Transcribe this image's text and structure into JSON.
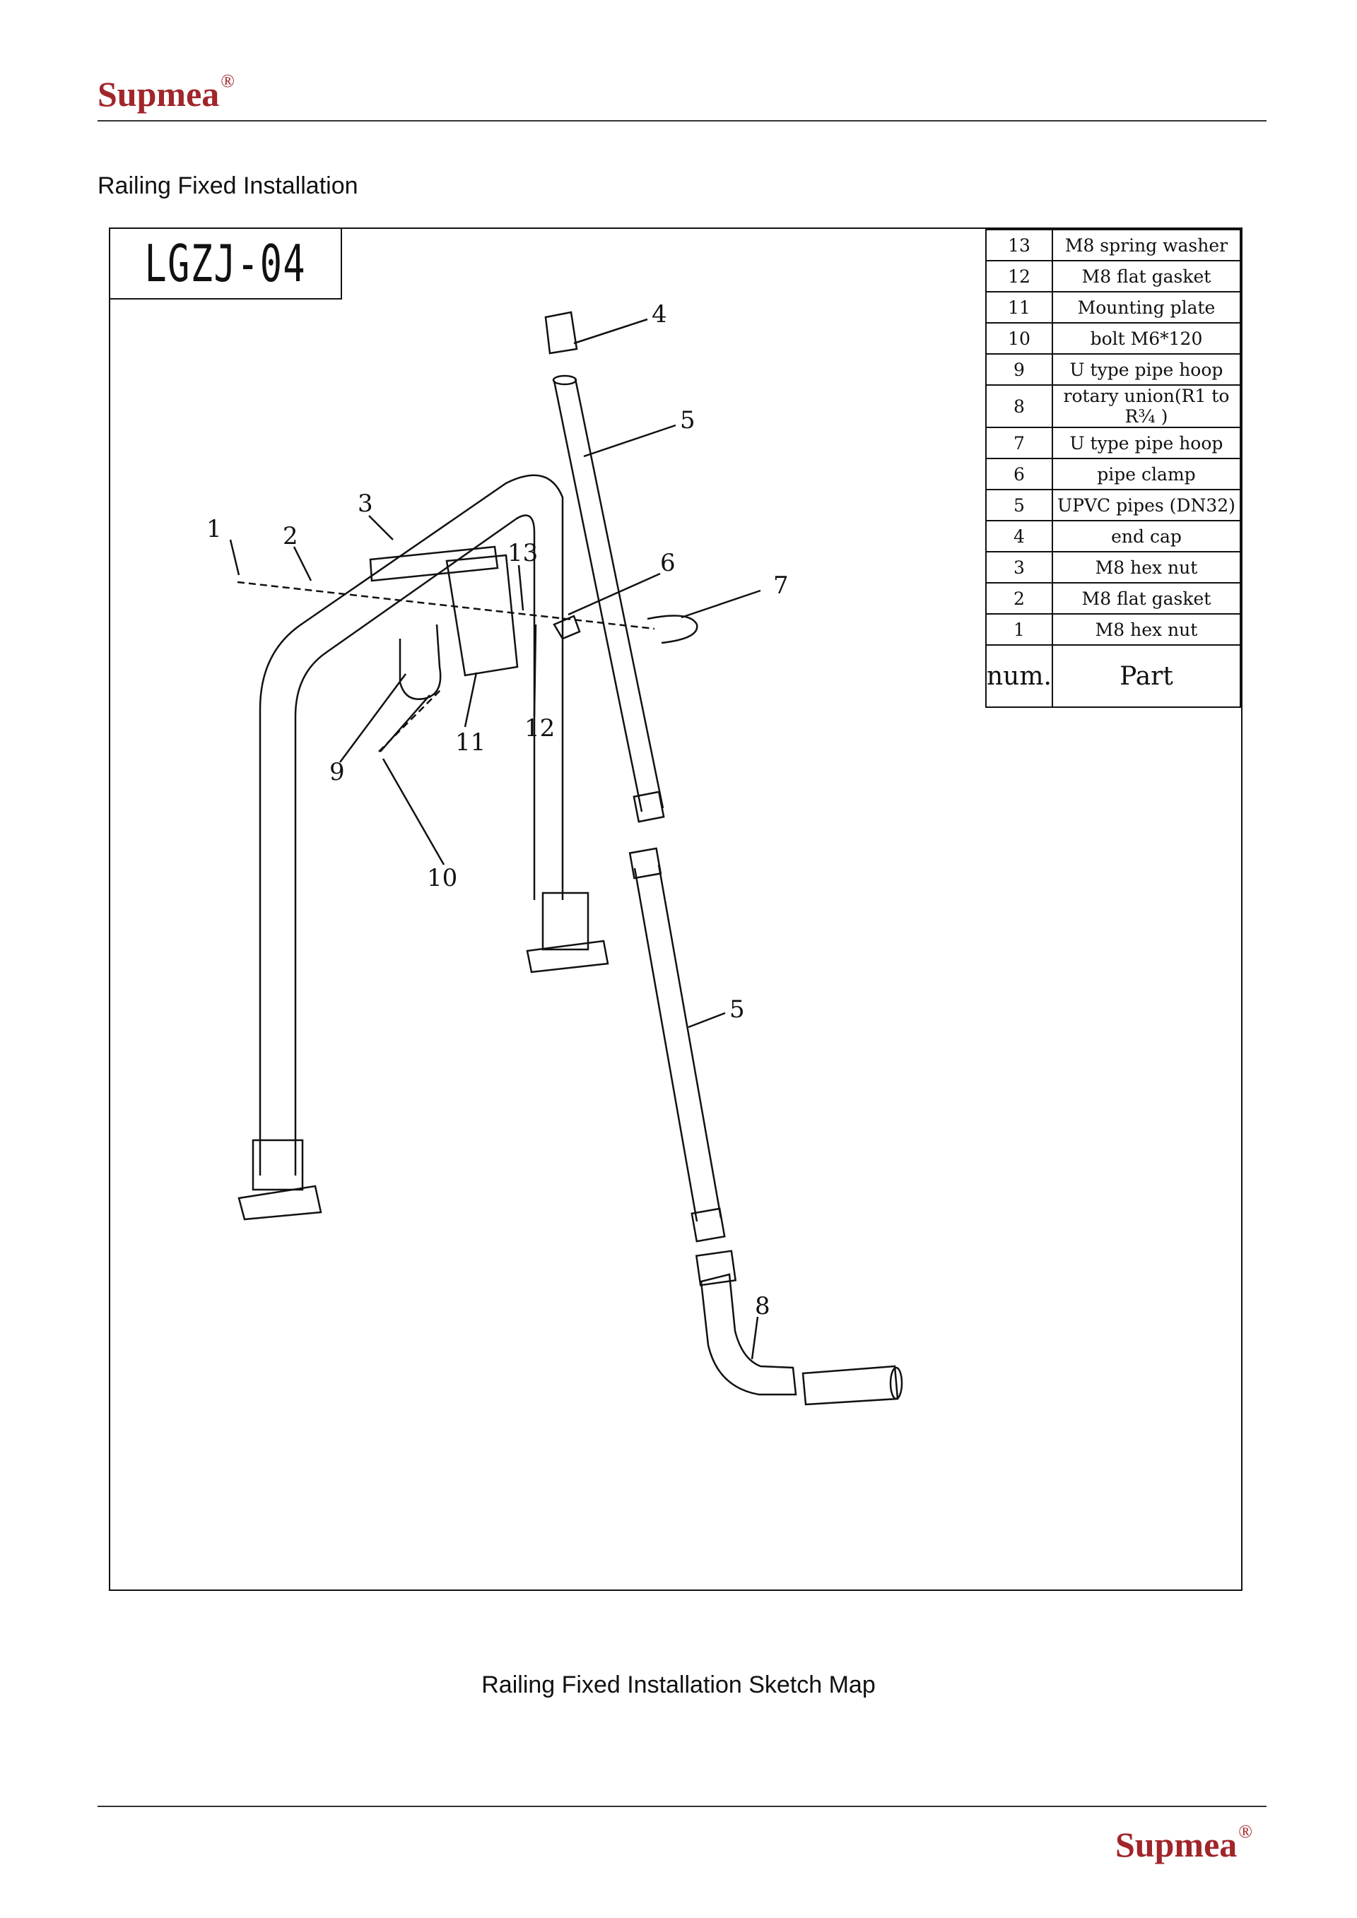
{
  "header": {
    "brand": "Supmea",
    "registered": "®"
  },
  "section_heading": "Railing Fixed Installation",
  "drawing": {
    "code": "LGZJ-04",
    "parts_header": {
      "num": "num.",
      "part": "Part"
    },
    "parts": [
      {
        "num": "13",
        "name": "M8 spring washer"
      },
      {
        "num": "12",
        "name": "M8 flat gasket"
      },
      {
        "num": "11",
        "name": "Mounting plate"
      },
      {
        "num": "10",
        "name": "bolt  M6*120"
      },
      {
        "num": "9",
        "name": "U type pipe hoop"
      },
      {
        "num": "8",
        "name": "rotary union(R1 to R¾ )"
      },
      {
        "num": "7",
        "name": "U type pipe hoop"
      },
      {
        "num": "6",
        "name": "pipe clamp"
      },
      {
        "num": "5",
        "name": "UPVC pipes (DN32)"
      },
      {
        "num": "4",
        "name": "end cap"
      },
      {
        "num": "3",
        "name": "M8 hex nut"
      },
      {
        "num": "2",
        "name": "M8 flat gasket"
      },
      {
        "num": "1",
        "name": "M8 hex nut"
      }
    ],
    "callouts": [
      "1",
      "2",
      "3",
      "4",
      "5",
      "5",
      "6",
      "7",
      "8",
      "9",
      "10",
      "11",
      "12",
      "13"
    ]
  },
  "caption": "Railing Fixed Installation Sketch Map",
  "footer": {
    "brand": "Supmea",
    "registered": "®"
  },
  "colors": {
    "brand": "#a0262b",
    "line": "#111111"
  }
}
